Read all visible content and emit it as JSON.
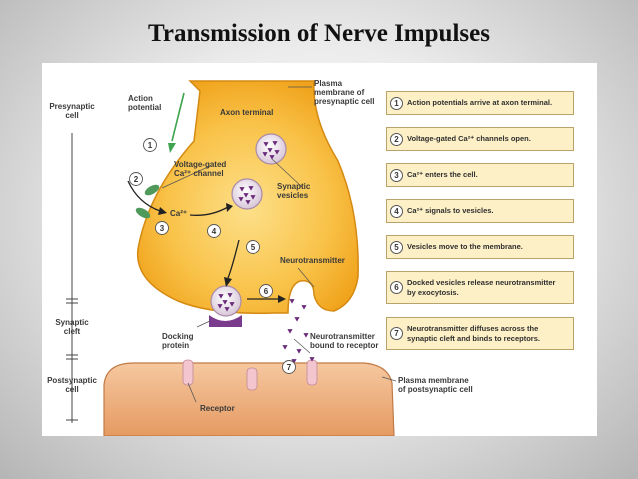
{
  "slide": {
    "title": "Transmission of Nerve Impulses"
  },
  "figure": {
    "left_labels": {
      "presynaptic_cell": "Presynaptic\ncell",
      "synaptic_cleft": "Synaptic\ncleft",
      "postsynaptic_cell": "Postsynaptic\ncell"
    },
    "labels": {
      "action_potential": "Action\npotential",
      "axon_terminal": "Axon terminal",
      "plasma_membrane_pre": "Plasma\nmembrane of\npresynaptic cell",
      "voltage_gated_channel": "Voltage-gated\nCa²⁺ channel",
      "calcium": "Ca²⁺",
      "synaptic_vesicles": "Synaptic\nvesicles",
      "neurotransmitter": "Neurotransmitter",
      "docking_protein": "Docking\nprotein",
      "nt_bound": "Neurotransmitter\nbound to receptor",
      "plasma_membrane_post": "Plasma membrane\nof postsynaptic cell",
      "receptor": "Receptor"
    },
    "diagram_step_numbers": [
      "1",
      "2",
      "3",
      "4",
      "5",
      "6",
      "7"
    ],
    "steps": [
      {
        "number": "1",
        "text": "Action potentials arrive at axon terminal."
      },
      {
        "number": "2",
        "text": "Voltage-gated Ca²⁺ channels open."
      },
      {
        "number": "3",
        "text": "Ca²⁺ enters the cell."
      },
      {
        "number": "4",
        "text": "Ca²⁺ signals to vesicles."
      },
      {
        "number": "5",
        "text": "Vesicles move to the membrane."
      },
      {
        "number": "6",
        "text": "Docked vesicles release neurotransmitter\nby exocytosis."
      },
      {
        "number": "7",
        "text": "Neurotransmitter diffuses across the\nsynaptic cleft and binds to receptors."
      }
    ],
    "colors": {
      "axon_fill": "#f9b62c",
      "postsynaptic_fill": "#eeb27f",
      "step_box_fill": "#fdf0c6",
      "vesicle_fill": "#ecdcea",
      "neurotransmitter": "#6a2b7a",
      "channel": "#4f9a5a",
      "arrow_green": "#3fa44f"
    }
  }
}
